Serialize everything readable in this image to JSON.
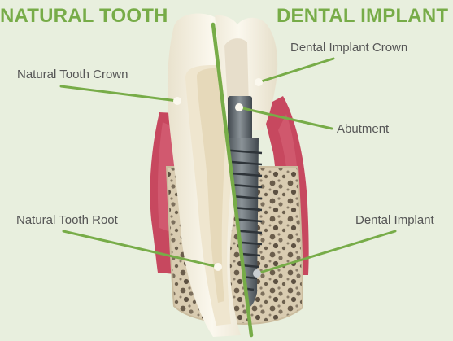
{
  "headings": {
    "left": "NATURAL TOOTH",
    "right": "DENTAL IMPLANT"
  },
  "labels": {
    "natural_tooth_crown": "Natural Tooth Crown",
    "dental_implant_crown": "Dental Implant Crown",
    "abutment": "Abutment",
    "natural_tooth_root": "Natural Tooth Root",
    "dental_implant": "Dental Implant"
  },
  "colors": {
    "accent_green": "#77ac48",
    "label_text": "#565656",
    "background": "#e8efde",
    "gum": "#c7485f",
    "enamel": "#f4efdf",
    "bone": "#d8ccb2",
    "implant_metal": "#6a7177"
  }
}
